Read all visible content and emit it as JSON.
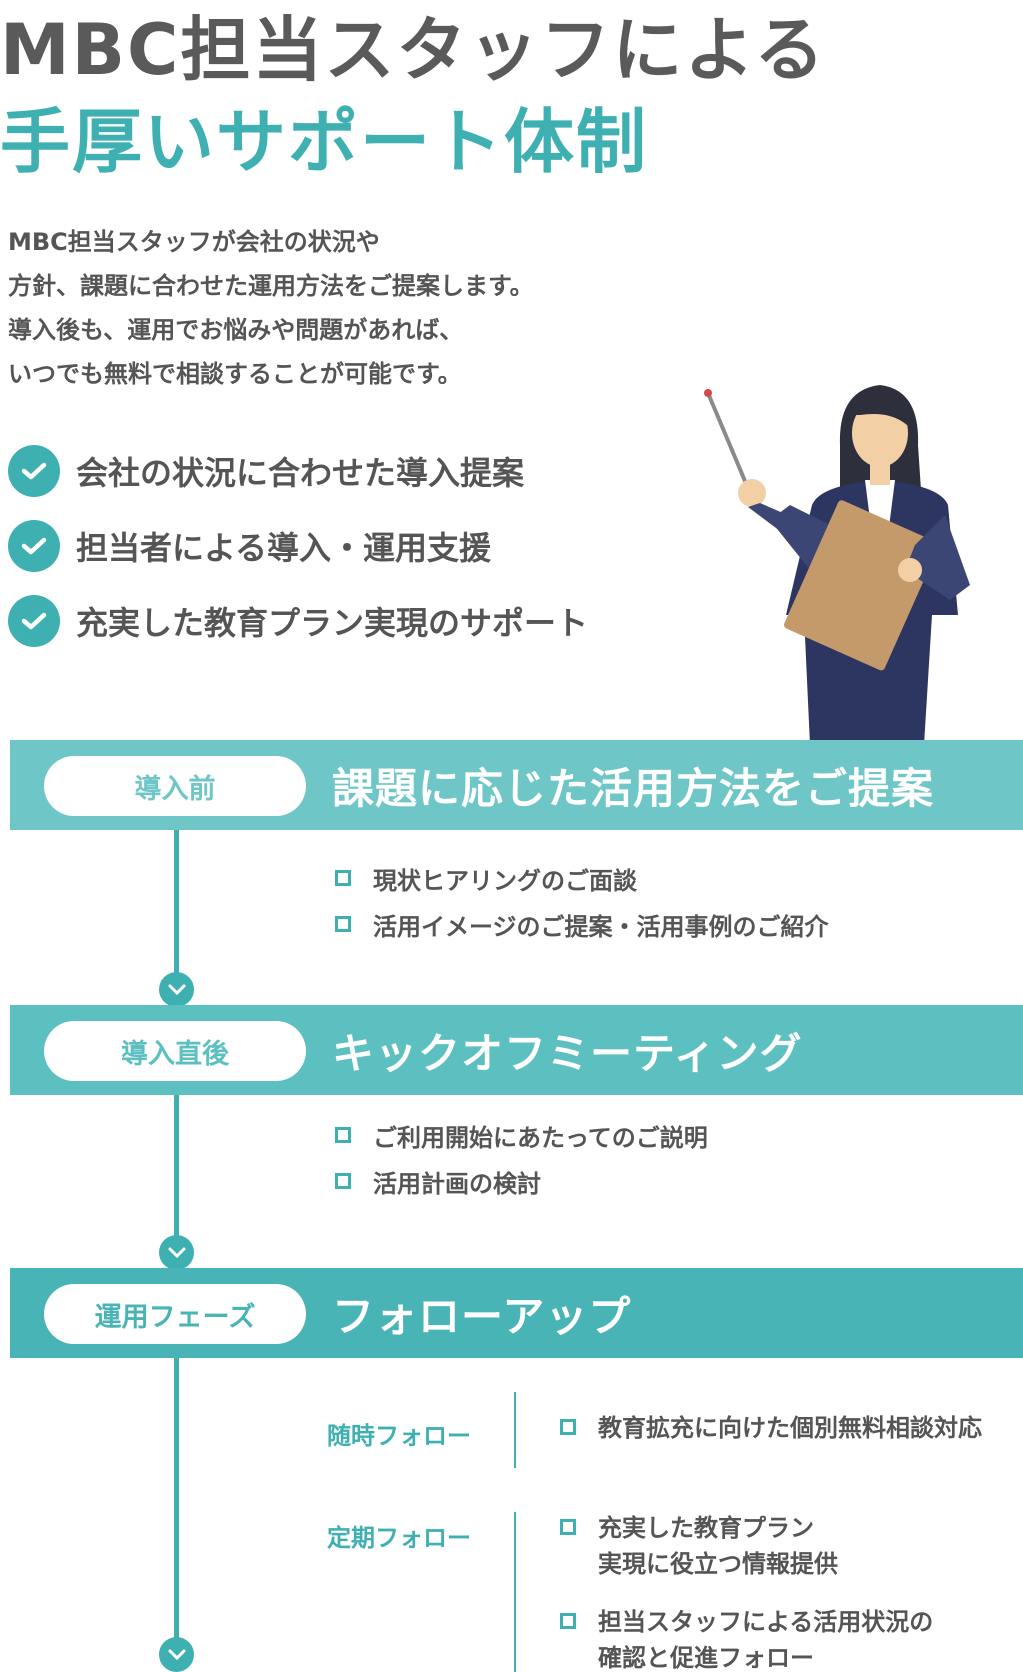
{
  "heading": {
    "line1": "MBC担当スタッフによる",
    "line2": "手厚いサポート体制"
  },
  "intro": {
    "lines": [
      "MBC担当スタッフが会社の状況や",
      "方針、課題に合わせた運用方法をご提案します。",
      "導入後も、運用でお悩みや問題があれば、",
      "いつでも無料で相談することが可能です。"
    ]
  },
  "features": [
    "会社の状況に合わせた導入提案",
    "担当者による導入・運用支援",
    "充実した教育プラン実現のサポート"
  ],
  "phases": [
    {
      "label": "導入前",
      "title": "課題に応じた活用方法をご提案",
      "items": [
        "現状ヒアリングのご面談",
        "活用イメージのご提案・活用事例のご紹介"
      ]
    },
    {
      "label": "導入直後",
      "title": "キックオフミーティング",
      "items": [
        "ご利用開始にあたってのご説明",
        "活用計画の検討"
      ]
    },
    {
      "label": "運用フェーズ",
      "title": "フォローアップ",
      "follow": [
        {
          "label": "随時フォロー",
          "items": [
            [
              "教育拡充に向けた個別無料相談対応"
            ]
          ]
        },
        {
          "label": "定期フォロー",
          "items": [
            [
              "充実した教育プラン",
              "実現に役立つ情報提供"
            ],
            [
              "担当スタッフによる活用状況の",
              "確認と促進フォロー"
            ]
          ]
        }
      ]
    }
  ],
  "colors": {
    "accent": "#3fb0b2",
    "band1": "#6fc6c7",
    "band2": "#5cbfc0",
    "band3": "#49b4b6",
    "text": "#555555"
  },
  "icons": {
    "check": "check-icon",
    "square": "square-bullet-icon",
    "arrow": "chevron-down-icon"
  }
}
